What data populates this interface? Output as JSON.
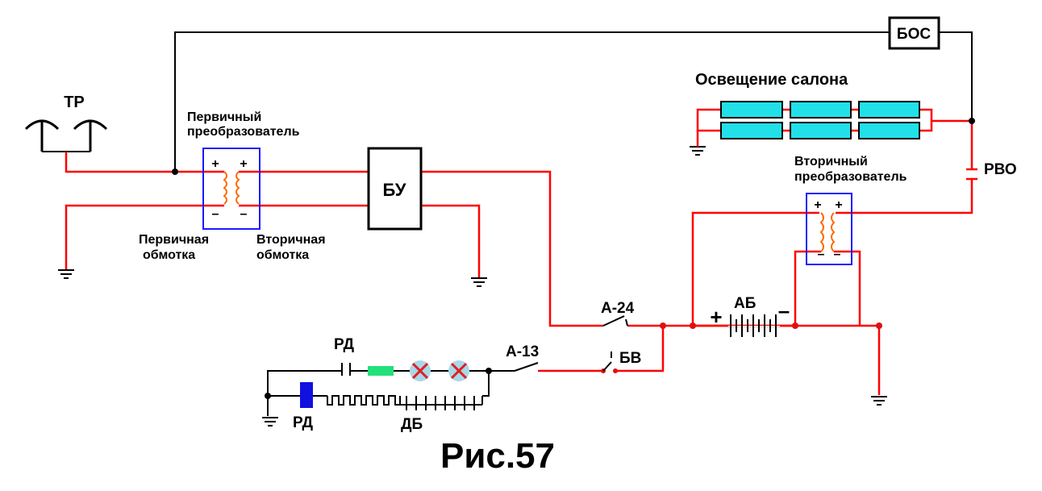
{
  "labels": {
    "tr": "ТР",
    "primary_converter_1": "Первичный",
    "primary_converter_2": "преобразователь",
    "primary_winding_1": "Первичная",
    "primary_winding_2": "обмотка",
    "secondary_winding_1": "Вторичная",
    "secondary_winding_2": "обмотка",
    "bu": "БУ",
    "bos": "БОС",
    "cabin_lighting": "Освещение салона",
    "secondary_converter_1": "Вторичный",
    "secondary_converter_2": "преобразователь",
    "rvo": "РВО",
    "a24": "А-24",
    "ab": "АБ",
    "a13": "А-13",
    "bv": "БВ",
    "rd_contact": "РД",
    "rd_coil": "РД",
    "db": "ДБ",
    "caption": "Рис.57",
    "plus": "+",
    "minus": "–"
  },
  "colors": {
    "wire_red": "#ff0000",
    "wire_black": "#000000",
    "transformer_box": "#1a1aff",
    "lamp_fill": "#22e0e8",
    "resistor_green": "#22e07a",
    "coil_blue": "#1010e0",
    "lamp_x": "#e02020",
    "lamp_circle": "#a9d8e8",
    "junction_red": "#e01010"
  }
}
